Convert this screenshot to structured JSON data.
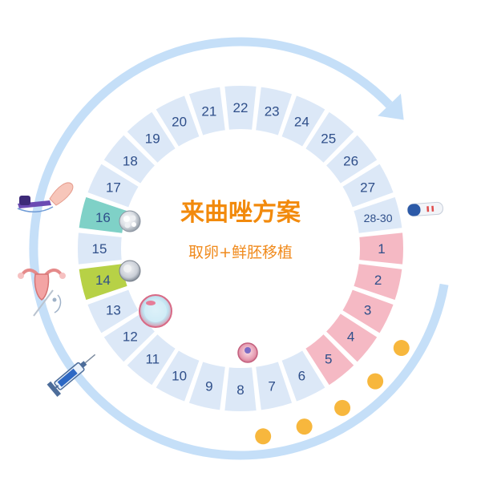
{
  "title": "来曲唑方案",
  "subtitle": "取卵+鲜胚移植",
  "days": [
    "1",
    "2",
    "3",
    "4",
    "5",
    "6",
    "7",
    "8",
    "9",
    "10",
    "11",
    "12",
    "13",
    "14",
    "15",
    "16",
    "17",
    "18",
    "19",
    "20",
    "21",
    "22",
    "23",
    "24",
    "25",
    "26",
    "27",
    "28-30"
  ],
  "pill_days": [
    "3",
    "4",
    "5",
    "6",
    "7"
  ],
  "colors": {
    "title": "#f28a0c",
    "subtitle": "#f08a1c",
    "segment_default": "#dce8f7",
    "segment_menses": "#f5b9c4",
    "segment_day14": "#b7d146",
    "segment_day16": "#7fd1c7",
    "label": "#2f4f8a",
    "arrow": "#c5dff8",
    "pill": "#f7b73d"
  },
  "icons": [
    "pregnancy-test-icon",
    "ultrasound-probe-icon",
    "uterus-icon",
    "syringe-icon",
    "follicle-icon",
    "oocyte-icon",
    "embryo-icon",
    "blastocyst-icon"
  ]
}
